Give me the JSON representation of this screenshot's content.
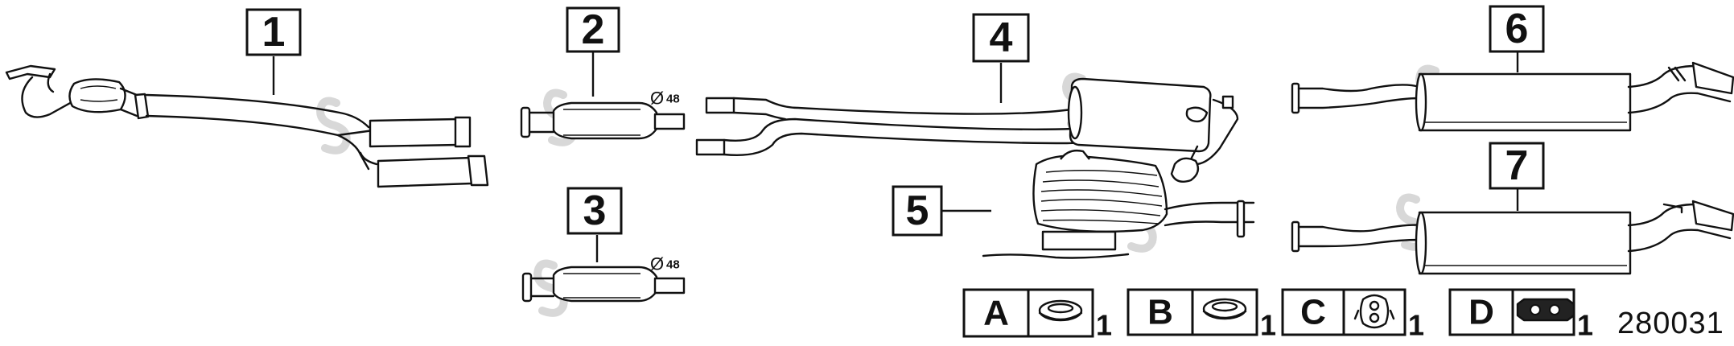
{
  "diagram": {
    "parts": [
      {
        "number": "1"
      },
      {
        "number": "2",
        "diameter_label": "48"
      },
      {
        "number": "3",
        "diameter_label": "48"
      },
      {
        "number": "4"
      },
      {
        "number": "5"
      },
      {
        "number": "6"
      },
      {
        "number": "7"
      }
    ],
    "kits": [
      {
        "letter": "A",
        "quantity": "1",
        "icon": "ring-gasket-icon"
      },
      {
        "letter": "B",
        "quantity": "1",
        "icon": "ring-gasket-icon"
      },
      {
        "letter": "C",
        "quantity": "1",
        "icon": "rubber-hanger-icon"
      },
      {
        "letter": "D",
        "quantity": "1",
        "icon": "mounting-bracket-icon"
      }
    ],
    "diameter_symbol": "Ø",
    "reference_number": "280031"
  }
}
